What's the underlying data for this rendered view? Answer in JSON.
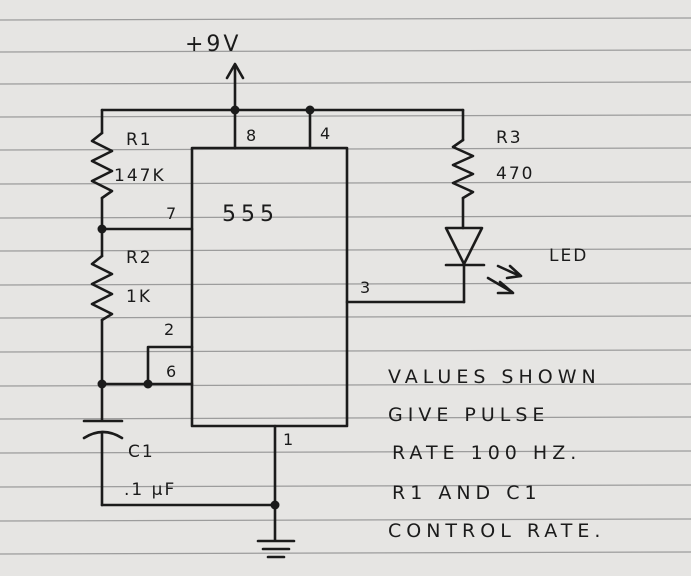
{
  "supply_label": "+9V",
  "ic_label": "555",
  "components": {
    "r1": {
      "name": "R1",
      "value": "147K"
    },
    "r2": {
      "name": "R2",
      "value": "1K"
    },
    "r3": {
      "name": "R3",
      "value": "470"
    },
    "c1": {
      "name": "C1",
      "value": ".1 μF"
    },
    "led": {
      "name": "LED"
    }
  },
  "pins": {
    "p8": "8",
    "p4": "4",
    "p7": "7",
    "p3": "3",
    "p2": "2",
    "p6": "6",
    "p1": "1"
  },
  "note": {
    "lines": [
      "VALUES SHOWN",
      "GIVE PULSE",
      "RATE 100 HZ.",
      "R1 AND C1",
      "CONTROL RATE."
    ]
  },
  "colors": {
    "paper": "#e6e5e3",
    "rule": "#9c9c9c",
    "ink": "#1b1b1b"
  }
}
